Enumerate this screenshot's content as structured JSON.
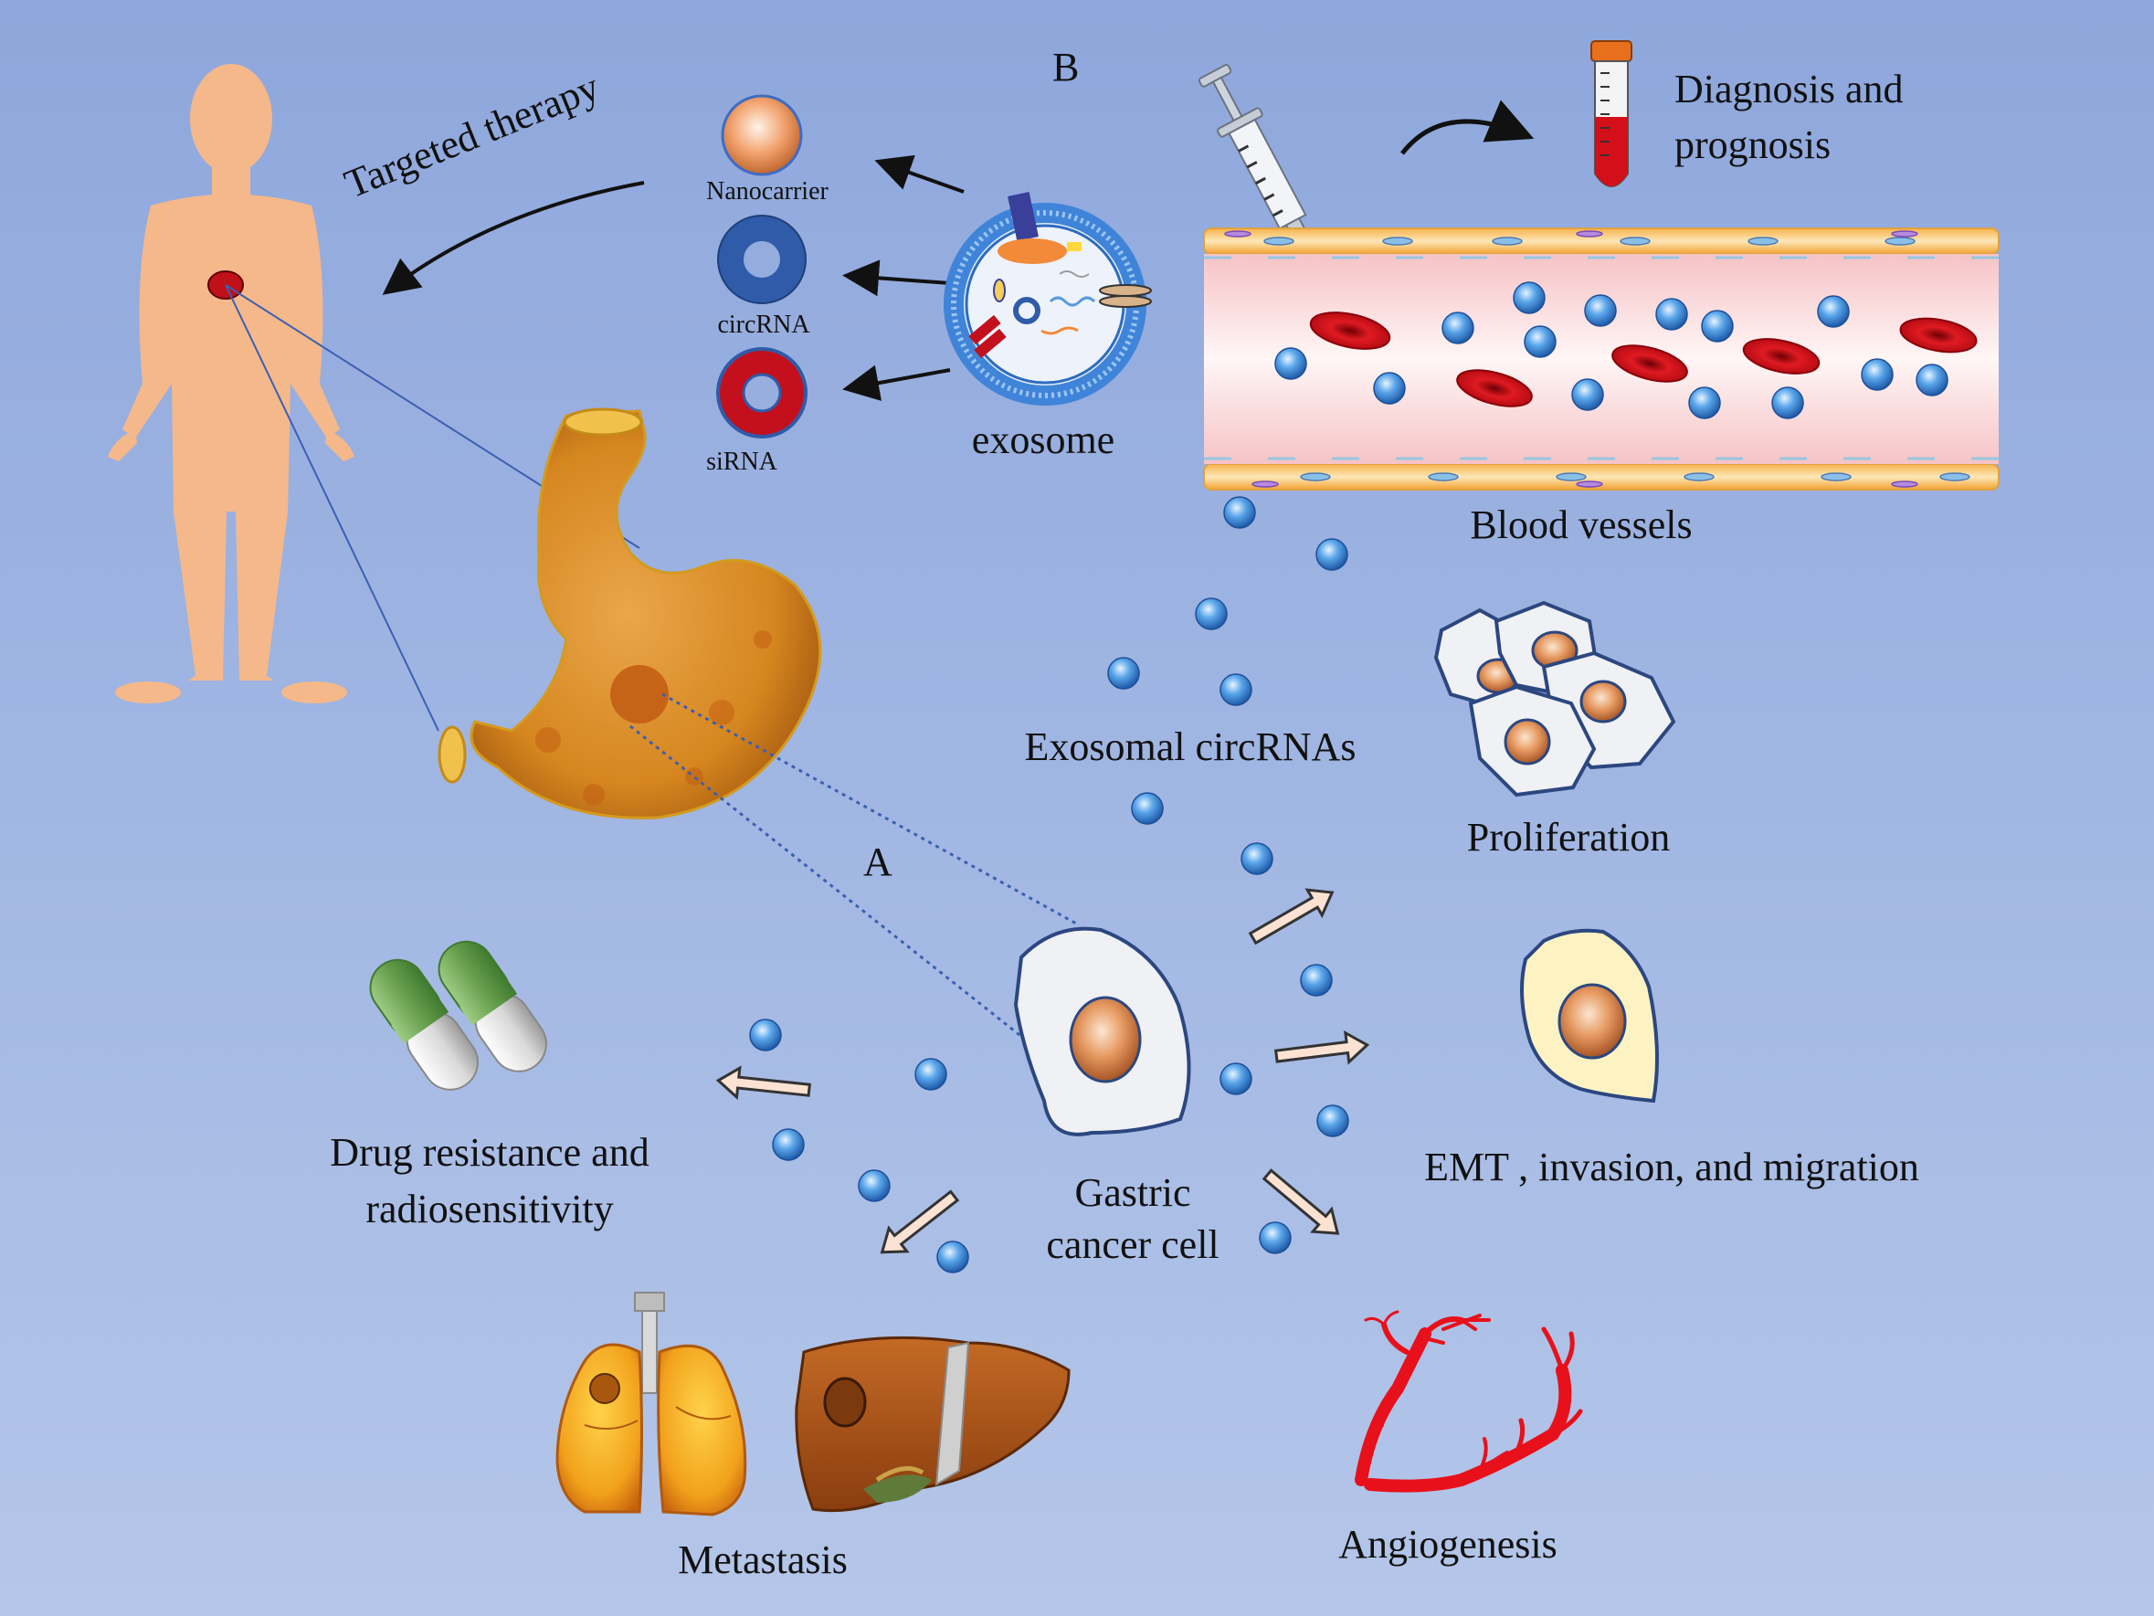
{
  "labels": {
    "panel_b": "B",
    "panel_a": "A",
    "targeted_therapy": "Targeted therapy",
    "nanocarrier": "Nanocarrier",
    "circrna": "circRNA",
    "sirna": "siRNA",
    "exosome": "exosome",
    "diagnosis_line1": "Diagnosis and",
    "diagnosis_line2": "prognosis",
    "blood_vessels": "Blood vessels",
    "exosomal_circrnas": "Exosomal circRNAs",
    "proliferation": "Proliferation",
    "emt": "EMT , invasion, and migration",
    "drug_line1": "Drug resistance and",
    "drug_line2": "radiosensitivity",
    "gastric_line1": "Gastric",
    "gastric_line2": "cancer cell",
    "metastasis": "Metastasis",
    "angiogenesis": "Angiogenesis"
  },
  "colors": {
    "background_top": "#8ea7dc",
    "background_bottom": "#b4c6e9",
    "body_skin": "#f5b88a",
    "tumor_red": "#c0101a",
    "vessel_red": "#d4131b",
    "stomach_orange": "#e39a34",
    "exosome_blue": "#3f84d8",
    "arrow_fill": "#fbe2d2",
    "capsule_green": "#7fb868"
  }
}
